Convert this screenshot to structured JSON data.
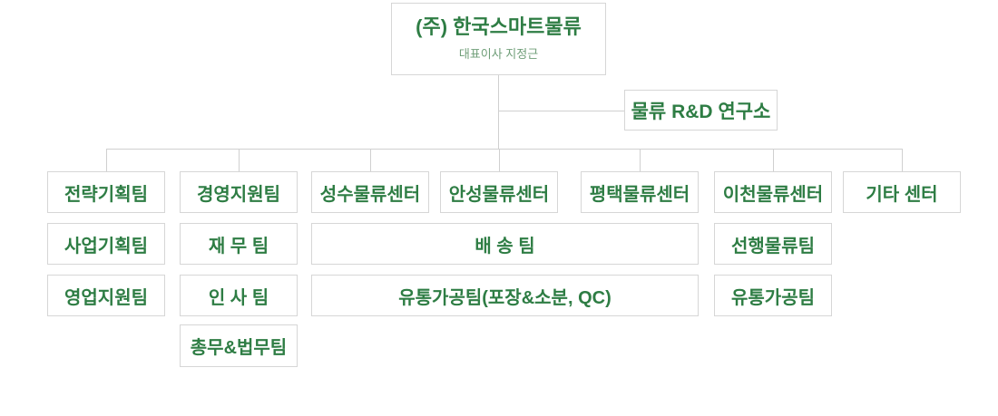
{
  "colors": {
    "text_green": "#2e7d44",
    "subtitle_green": "#6f9e78",
    "box_border_gray": "#d6d6d6",
    "connector_gray": "#d0d0d0",
    "background": "#ffffff"
  },
  "root": {
    "title": "(주) 한국스마트물류",
    "subtitle": "대표이사 지정근"
  },
  "research": {
    "label": "물류 R&D 연구소"
  },
  "row1": {
    "col1": "전략기획팀",
    "col2": "경영지원팀",
    "col3": "성수물류센터",
    "col4": "안성물류센터",
    "col5": "평택물류센터",
    "col6": "이천물류센터",
    "col7": "기타 센터"
  },
  "row2": {
    "col1": "사업기획팀",
    "col2": "재 무 팀",
    "span345": "배 송 팀",
    "col6": "선행물류팀"
  },
  "row3": {
    "col1": "영업지원팀",
    "col2": "인 사 팀",
    "span345": "유통가공팀(포장&소분, QC)",
    "col6": "유통가공팀"
  },
  "row4": {
    "col2": "총무&법무팀"
  }
}
